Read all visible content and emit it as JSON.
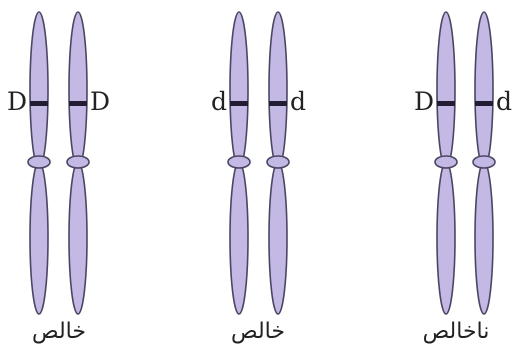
{
  "colors": {
    "chromatid_fill": "#c4b8e4",
    "chromatid_stroke": "#4a4663",
    "band": "#221d33",
    "text": "#222222"
  },
  "pairs": [
    {
      "left_allele": "D",
      "right_allele": "D",
      "caption": "خالص"
    },
    {
      "left_allele": "d",
      "right_allele": "d",
      "caption": "خالص"
    },
    {
      "left_allele": "D",
      "right_allele": "d",
      "caption": "ناخالص"
    }
  ]
}
